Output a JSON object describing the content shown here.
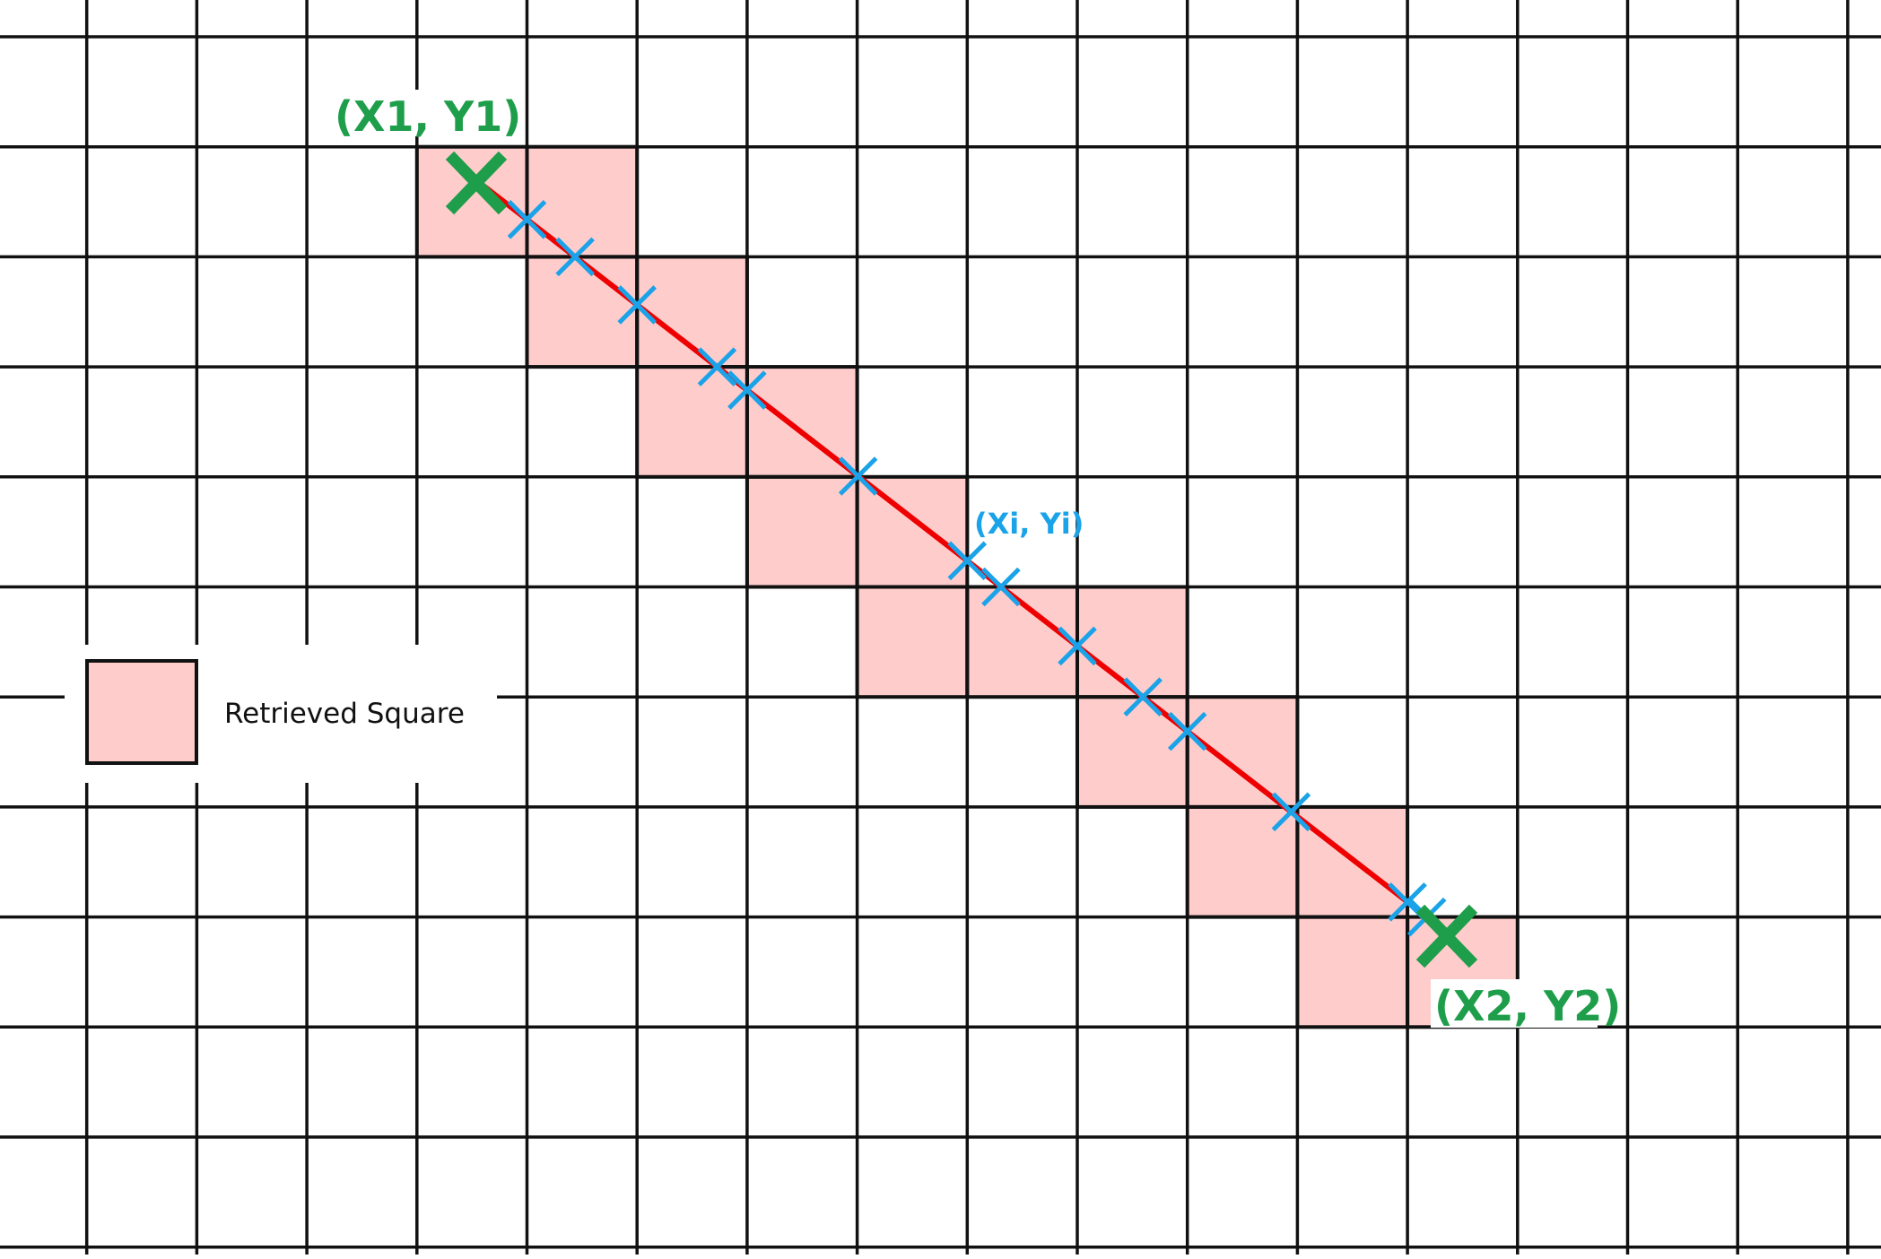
{
  "colors": {
    "background": "#ffffff",
    "grid_line": "#111111",
    "retrieved_fill": "#ffcccc",
    "path_line": "#ee0000",
    "intersection_marker": "#1aa3e8",
    "endpoint_marker": "#1e9e4a",
    "legend_bg": "#ffffff"
  },
  "labels": {
    "start": "(X1, Y1)",
    "end": "(X2, Y2)",
    "intermediate": "(Xi, Yi)"
  },
  "legend": {
    "label": "Retrieved Square"
  },
  "icons": {
    "endpoint": "green-cross-icon",
    "intersection": "blue-cross-icon"
  },
  "grid": {
    "columns": 17,
    "rows": 12
  },
  "retrieved_squares": [
    {
      "col": 4,
      "row": 1
    },
    {
      "col": 5,
      "row": 1
    },
    {
      "col": 5,
      "row": 2
    },
    {
      "col": 6,
      "row": 2
    },
    {
      "col": 6,
      "row": 3
    },
    {
      "col": 7,
      "row": 3
    },
    {
      "col": 7,
      "row": 4
    },
    {
      "col": 8,
      "row": 4
    },
    {
      "col": 8,
      "row": 5
    },
    {
      "col": 9,
      "row": 5
    },
    {
      "col": 10,
      "row": 5
    },
    {
      "col": 10,
      "row": 6
    },
    {
      "col": 11,
      "row": 6
    },
    {
      "col": 11,
      "row": 7
    },
    {
      "col": 12,
      "row": 7
    },
    {
      "col": 12,
      "row": 8
    },
    {
      "col": 13,
      "row": 8
    }
  ]
}
